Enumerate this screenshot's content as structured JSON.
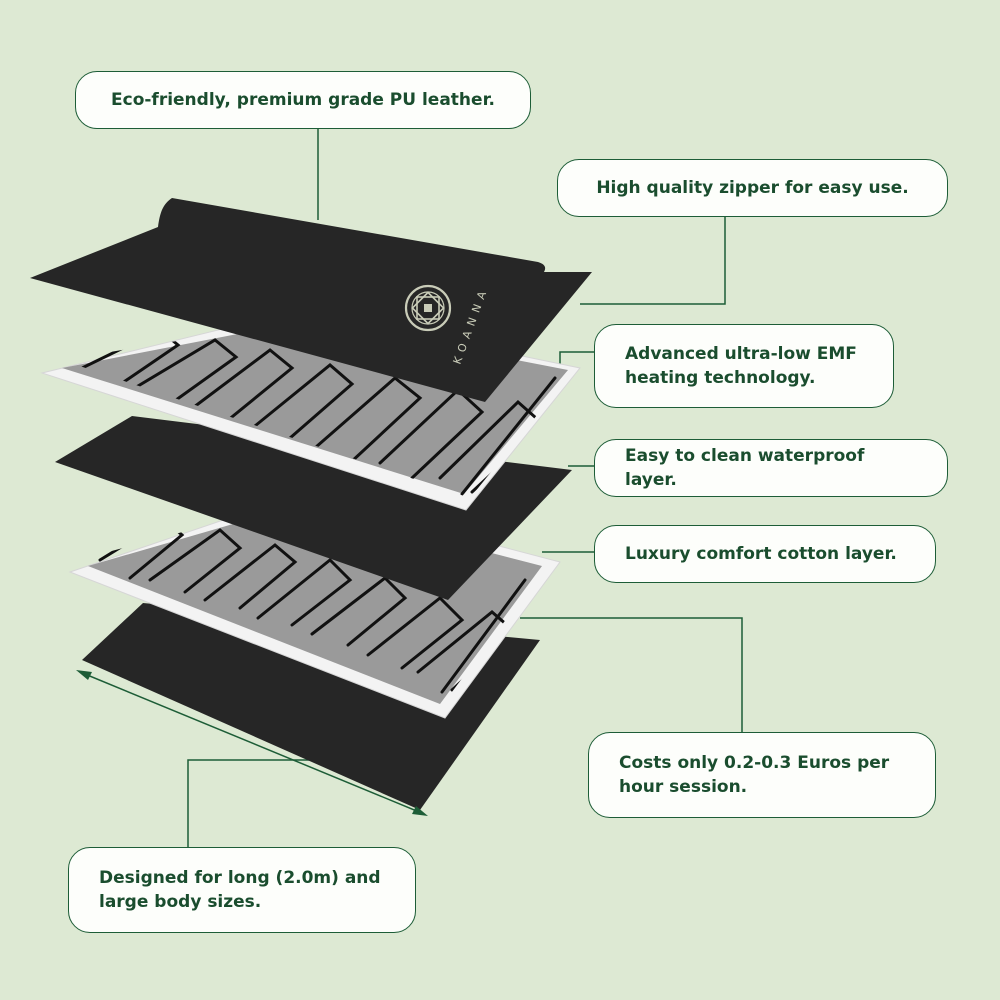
{
  "brand": {
    "logo_text": "KOANNA"
  },
  "colors": {
    "background": "#dde9d3",
    "accent": "#1d5d37",
    "text": "#1a4d2e",
    "layer_dark": "#262626",
    "layer_light": "#f2f2f2"
  },
  "callouts": {
    "pu_leather": "Eco-friendly, premium grade PU leather.",
    "zipper": "High quality zipper for easy use.",
    "emf_line1": "Advanced ultra-low EMF",
    "emf_line2": "heating technology.",
    "waterproof": "Easy to clean waterproof layer.",
    "cotton": "Luxury comfort cotton layer.",
    "cost_line1": "Costs only 0.2-0.3 Euros per",
    "cost_line2": "hour session.",
    "size_line1": "Designed for long (2.0m) and",
    "size_line2": "large body sizes."
  }
}
